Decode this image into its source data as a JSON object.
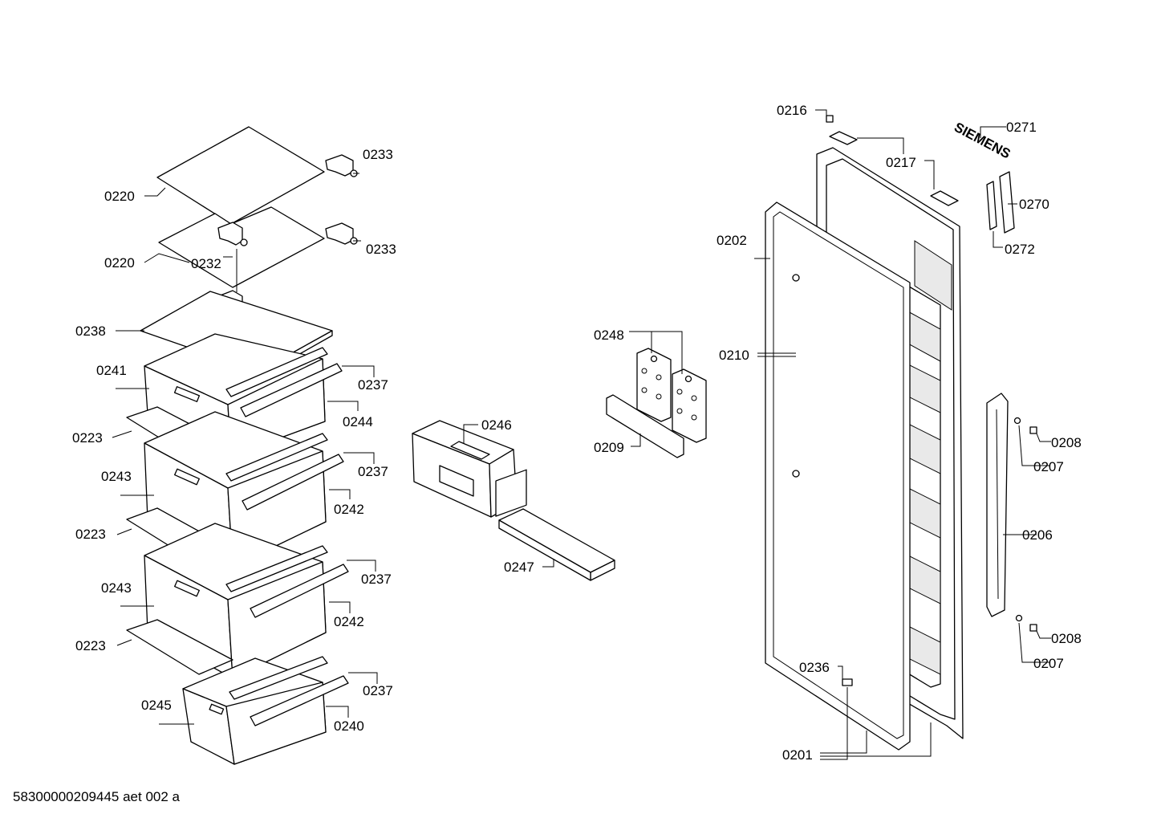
{
  "labels": {
    "p0220a": "0220",
    "p0220b": "0220",
    "p0233a": "0233",
    "p0233b": "0233",
    "p0232": "0232",
    "p0238": "0238",
    "p0241": "0241",
    "p0237a": "0237",
    "p0244": "0244",
    "p0223a": "0223",
    "p0237b": "0237",
    "p0243a": "0243",
    "p0242a": "0242",
    "p0223b": "0223",
    "p0237c": "0237",
    "p0243b": "0243",
    "p0242b": "0242",
    "p0223c": "0223",
    "p0237d": "0237",
    "p0245": "0245",
    "p0240": "0240",
    "p0246": "0246",
    "p0247": "0247",
    "p0248": "0248",
    "p0209": "0209",
    "p0216": "0216",
    "p0217": "0217",
    "p0271": "0271",
    "p0270": "0270",
    "p0272": "0272",
    "p0202": "0202",
    "p0210": "0210",
    "p0208a": "0208",
    "p0207a": "0207",
    "p0206": "0206",
    "p0208b": "0208",
    "p0207b": "0207",
    "p0236": "0236",
    "p0201": "0201"
  },
  "logo_text": "SIEMENS",
  "footer": "58300000209445 aet 002 a"
}
